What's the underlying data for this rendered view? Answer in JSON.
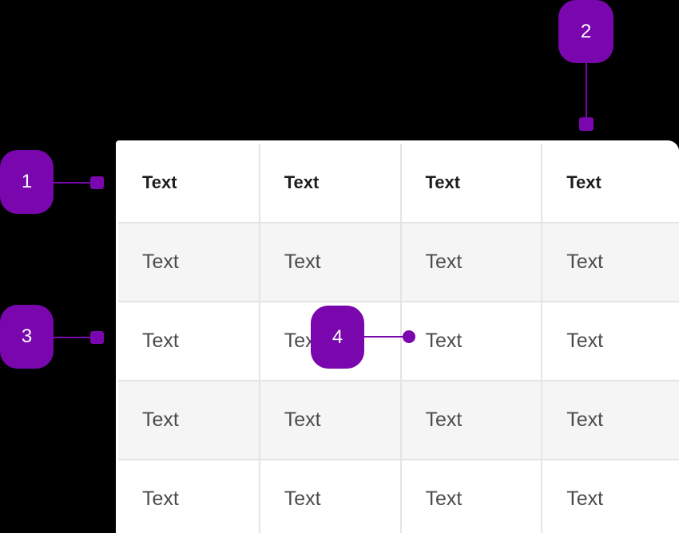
{
  "table": {
    "headers": [
      "Text",
      "Text",
      "Text",
      "Text"
    ],
    "rows": [
      [
        "Text",
        "Text",
        "Text",
        "Text"
      ],
      [
        "Text",
        "Text",
        "Text",
        "Text"
      ],
      [
        "Text",
        "Text",
        "Text",
        "Text"
      ],
      [
        "Text",
        "Text",
        "Text",
        "Text"
      ]
    ]
  },
  "callouts": [
    {
      "label": "1",
      "target": "header-row"
    },
    {
      "label": "2",
      "target": "table-container"
    },
    {
      "label": "3",
      "target": "body-row"
    },
    {
      "label": "4",
      "target": "table-cell"
    }
  ],
  "colors": {
    "background": "#000000",
    "callout": "#7a06ae",
    "table_border": "#e4e4e4",
    "striped_row": "#f5f5f5",
    "header_text": "#1d1d1d",
    "cell_text": "#4b4b4b"
  }
}
